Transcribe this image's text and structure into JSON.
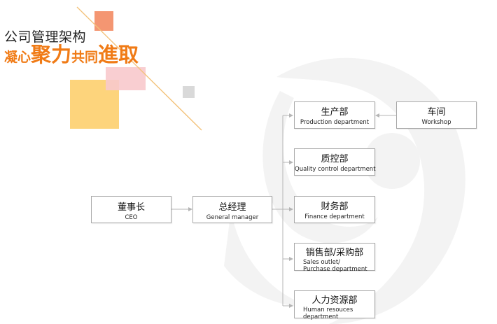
{
  "header": {
    "title": "公司管理架构",
    "slogan": [
      "凝心",
      "聚力",
      "共同",
      "進取"
    ]
  },
  "nodes": {
    "ceo": {
      "cn": "董事长",
      "en": "CEO"
    },
    "gm": {
      "cn": "总经理",
      "en": "General manager"
    },
    "production": {
      "cn": "生产部",
      "en": "Production department"
    },
    "workshop": {
      "cn": "车间",
      "en": "Workshop"
    },
    "quality": {
      "cn": "质控部",
      "en": "Quality control department"
    },
    "finance": {
      "cn": "财务部",
      "en": "Finance department"
    },
    "sales": {
      "cn": "销售部/采购部",
      "en1": "Sales outlet/",
      "en2": "Purchase department"
    },
    "hr": {
      "cn": "人力资源部",
      "en1": "Human resouces",
      "en2": "department"
    }
  },
  "colors": {
    "accent_orange": "#f07b16",
    "deco_yellow": "#fdd47c",
    "deco_salmon": "#f49672",
    "deco_pink": "#f8c9cc",
    "deco_gray": "#d9d9d9",
    "connector": "#b5b5b5"
  }
}
